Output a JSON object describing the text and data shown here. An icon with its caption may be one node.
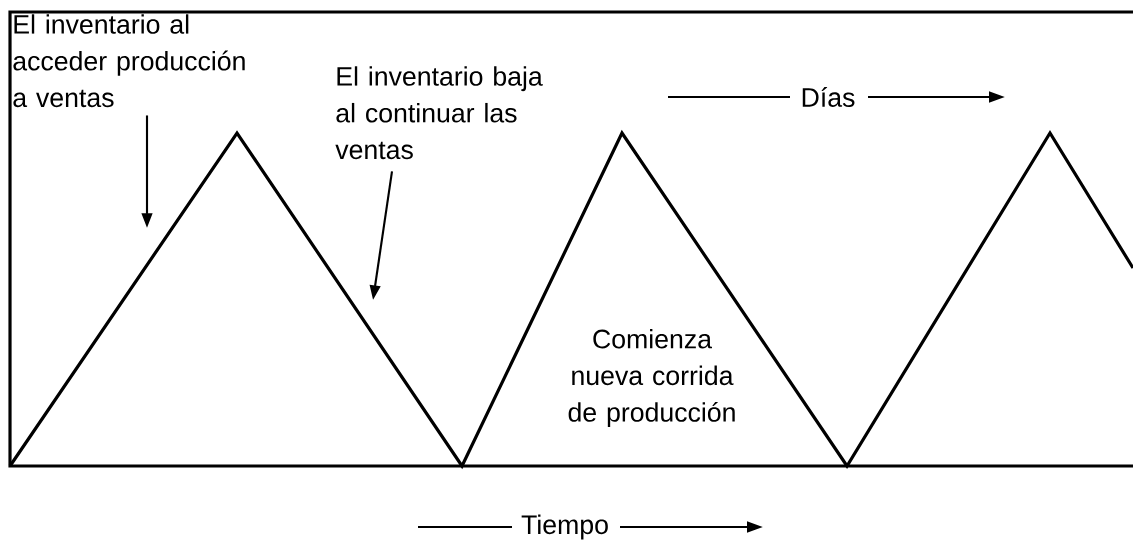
{
  "diagram": {
    "nodes": [
      {
        "text": [
          "El inventario al acceder producción a ventas"
        ]
      },
      {
        "text": [
          "El inventario baja al continuar las ventas"
        ]
      }
    ],
    "edges": [
      {
        "from": 0,
        "to": null,
        "arrow": "to"
      },
      {
        "from": 1,
        "to": null,
        "arrow": "to"
      }
    ],
    "labels": [
      "Días",
      "Comienza nueva corrida de producción",
      "Tiempo"
    ]
  }
}
